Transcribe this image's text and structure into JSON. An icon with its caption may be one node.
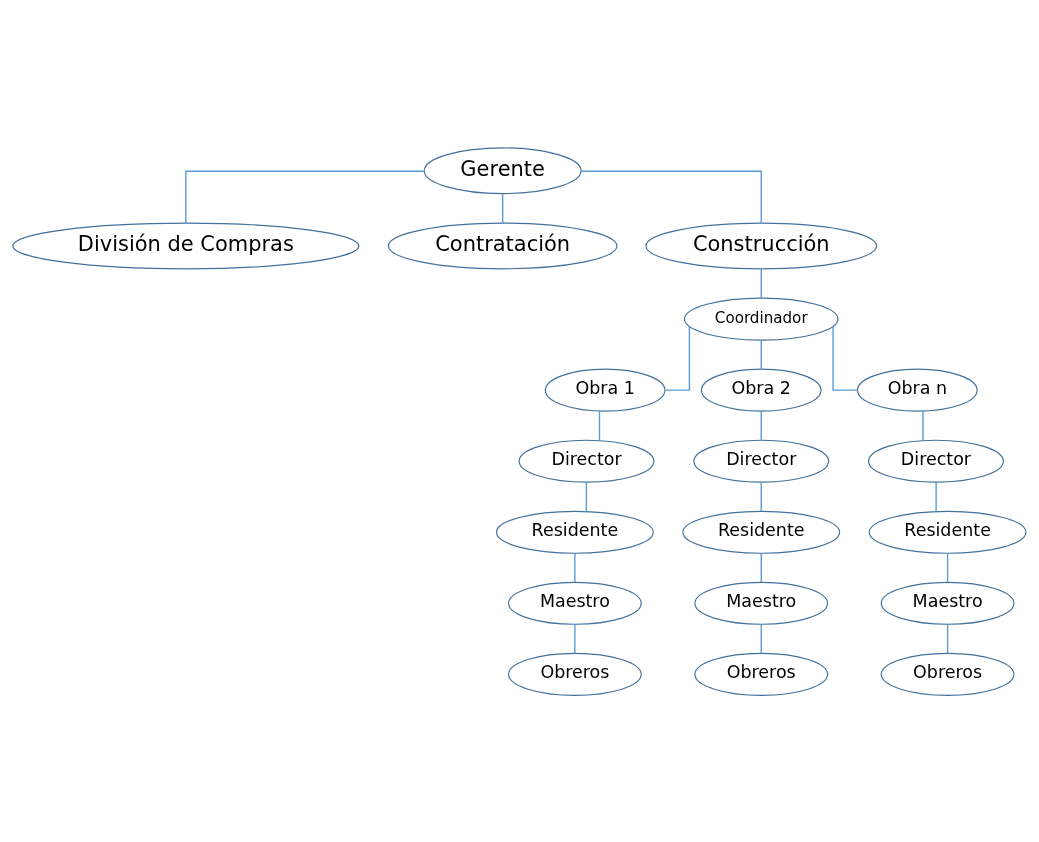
{
  "diagram": {
    "nodes": [
      {
        "text": [
          "Gerente"
        ]
      },
      {
        "text": [
          "División de Compras"
        ]
      },
      {
        "text": [
          "Contratación"
        ]
      },
      {
        "text": [
          "Construcción"
        ]
      },
      {
        "text": [
          "Coordinador"
        ]
      },
      {
        "text": [
          "Obra 1"
        ]
      },
      {
        "text": [
          "Director"
        ]
      },
      {
        "text": [
          "Residente"
        ]
      },
      {
        "text": [
          "Maestro"
        ]
      },
      {
        "text": [
          "Obreros"
        ]
      },
      {
        "text": [
          "Obra 2"
        ]
      },
      {
        "text": [
          "Director"
        ]
      },
      {
        "text": [
          "Residente"
        ]
      },
      {
        "text": [
          "Maestro"
        ]
      },
      {
        "text": [
          "Obreros"
        ]
      },
      {
        "text": [
          "Obra n"
        ]
      },
      {
        "text": [
          "Director"
        ]
      },
      {
        "text": [
          "Residente"
        ]
      },
      {
        "text": [
          "Maestro"
        ]
      },
      {
        "text": [
          "Obreros"
        ]
      }
    ],
    "edges": [
      {
        "from": 0,
        "to": 1,
        "arrow": "none"
      },
      {
        "from": 0,
        "to": 2,
        "arrow": "none"
      },
      {
        "from": 0,
        "to": 3,
        "arrow": "none"
      },
      {
        "from": 3,
        "to": 4,
        "arrow": "none"
      },
      {
        "from": 4,
        "to": 5,
        "arrow": "none"
      },
      {
        "from": 4,
        "to": 10,
        "arrow": "none"
      },
      {
        "from": 4,
        "to": 15,
        "arrow": "none"
      },
      {
        "from": 5,
        "to": 6,
        "arrow": "none"
      },
      {
        "from": 6,
        "to": 7,
        "arrow": "none"
      },
      {
        "from": 7,
        "to": 8,
        "arrow": "none"
      },
      {
        "from": 8,
        "to": 9,
        "arrow": "none"
      },
      {
        "from": 10,
        "to": 11,
        "arrow": "none"
      },
      {
        "from": 11,
        "to": 12,
        "arrow": "none"
      },
      {
        "from": 12,
        "to": 13,
        "arrow": "none"
      },
      {
        "from": 13,
        "to": 14,
        "arrow": "none"
      },
      {
        "from": 15,
        "to": 16,
        "arrow": "none"
      },
      {
        "from": 16,
        "to": 17,
        "arrow": "none"
      },
      {
        "from": 17,
        "to": 18,
        "arrow": "none"
      },
      {
        "from": 18,
        "to": 19,
        "arrow": "none"
      }
    ]
  }
}
